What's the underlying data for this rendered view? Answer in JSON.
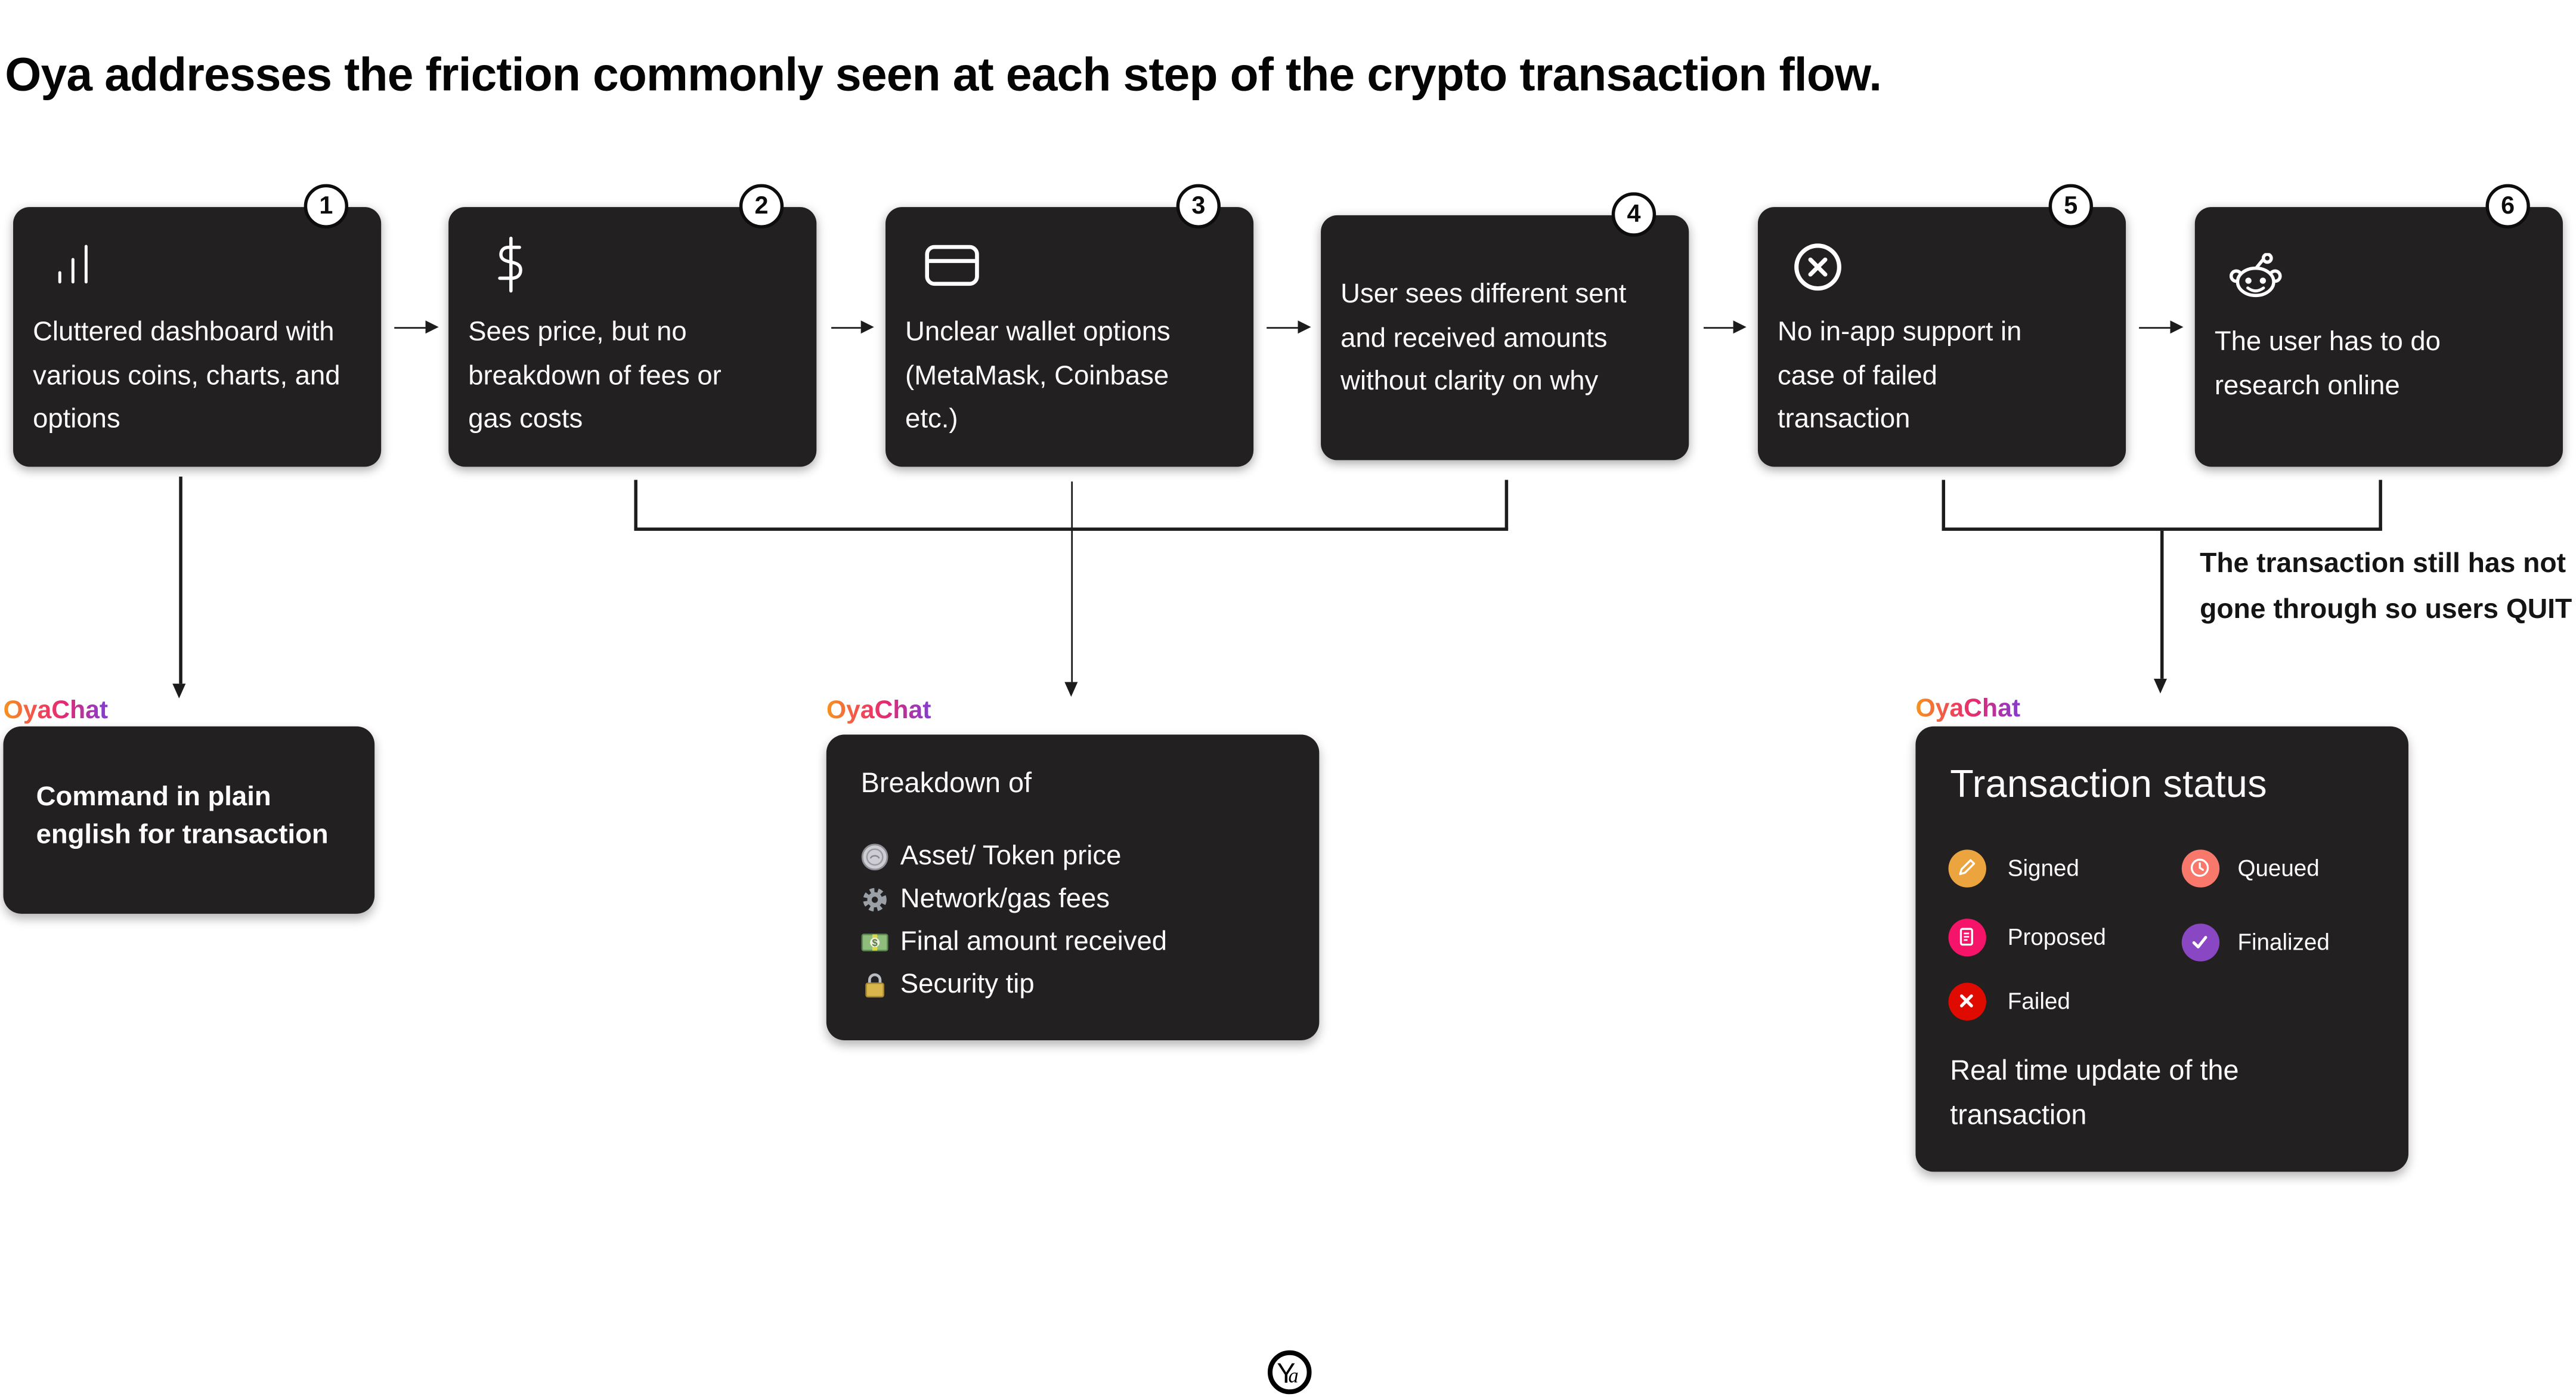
{
  "title": "Oya addresses the friction commonly seen at each step of the crypto transaction flow.",
  "colors": {
    "card_background": "#232021",
    "brand_gradient": [
      "#F7941D",
      "#F0415A",
      "#E22A74",
      "#8B3AC9"
    ],
    "connector": "#1c1c1c"
  },
  "steps": [
    {
      "number": "1",
      "icon": "bar-chart-icon",
      "lines": [
        "Cluttered dashboard with",
        "various coins, charts, and",
        "options"
      ]
    },
    {
      "number": "2",
      "icon": "dollar-icon",
      "lines": [
        "Sees price, but no",
        "breakdown of fees or",
        "gas costs"
      ]
    },
    {
      "number": "3",
      "icon": "wallet-card-icon",
      "lines": [
        "Unclear wallet options",
        "(MetaMask, Coinbase",
        "etc.)"
      ]
    },
    {
      "number": "4",
      "icon": null,
      "lines": [
        "User sees different sent",
        "and received amounts",
        "without clarity on why"
      ]
    },
    {
      "number": "5",
      "icon": "failed-circle-icon",
      "lines": [
        "No in-app support in",
        "case of failed",
        "transaction"
      ]
    },
    {
      "number": "6",
      "icon": "reddit-icon",
      "lines": [
        "The user has to do",
        "research online"
      ]
    }
  ],
  "brand": "OyaChat",
  "solution_command": {
    "brand": "OyaChat",
    "lines": [
      "Command in plain",
      "english for transaction"
    ]
  },
  "solution_breakdown": {
    "brand": "OyaChat",
    "title": "Breakdown of",
    "items": [
      {
        "icon": "coin-icon",
        "label": "Asset/ Token price"
      },
      {
        "icon": "gear-icon",
        "label": "Network/gas fees"
      },
      {
        "icon": "banknote-icon",
        "label": "Final amount received"
      },
      {
        "icon": "lock-icon",
        "label": "Security tip"
      }
    ]
  },
  "solution_status": {
    "brand": "OyaChat",
    "title": "Transaction status",
    "statuses": [
      {
        "label": "Signed",
        "color": "#ECA43F",
        "icon": "pencil-icon"
      },
      {
        "label": "Queued",
        "color": "#F8796B",
        "icon": "clock-icon"
      },
      {
        "label": "Proposed",
        "color": "#F5146A",
        "icon": "document-icon"
      },
      {
        "label": "Finalized",
        "color": "#8A47C4",
        "icon": "check-icon"
      },
      {
        "label": "Failed",
        "color": "#E00B00",
        "icon": "x-icon"
      }
    ],
    "footer_lines": [
      "Real time update of the",
      "transaction"
    ]
  },
  "quit_note_lines": [
    "The transaction still has not",
    "gone through so users QUIT"
  ],
  "footer_logo": {
    "icon": "oya-logo",
    "text": "Ya"
  }
}
